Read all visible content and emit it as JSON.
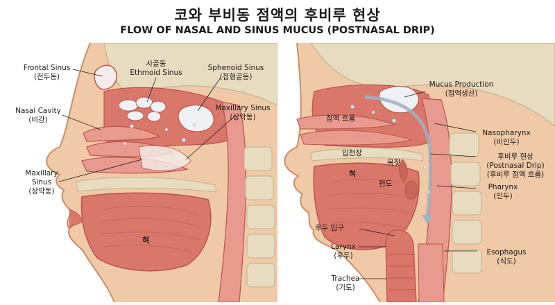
{
  "title": {
    "korean": "코와 부비동 점액의 후비루 현상",
    "english": "FLOW OF NASAL AND SINUS MUCUS (POSTNASAL DRIP)"
  },
  "left_panel": {
    "labels": {
      "frontal_sinus": "Frontal Sinus",
      "frontal_sinus_ko": "(전두동)",
      "ethmoid_ko": "사골동",
      "ethmoid": "Ethmoid Sinus",
      "sphenoid_sinus": "Sphenoid Sinus",
      "sphenoid_sinus_ko": "(접형골동)",
      "nasal_cavity": "Nasal Cavity",
      "nasal_cavity_ko": "(비강)",
      "maxillary_right": "Maxillary Sinus",
      "maxillary_right_ko": "(상악동)",
      "maxillary_left_1": "Maxillary",
      "maxillary_left_2": "Sinus",
      "maxillary_left_ko": "(상악동)",
      "tongue": "혀"
    }
  },
  "right_panel": {
    "labels": {
      "mucus_production": "Mucus Production",
      "mucus_production_ko": "(점액생산)",
      "mucus_flow": "점액 흐름",
      "nasopharynx": "Nasopharynx",
      "nasopharynx_ko": "(비인두)",
      "palate": "입천장",
      "throat": "목젖",
      "tongue": "혀",
      "tonsil": "편도",
      "postnasal_ko": "후비루 현상",
      "postnasal_en": "(Postnasal Drip)",
      "postnasal_ko_2": "(후비루 점액 흐름)",
      "pharynx": "Pharynx",
      "pharynx_ko": "(인두)",
      "larynx_entrance": "후두 입구",
      "larynx": "Larynx",
      "larynx_ko": "(후두)",
      "esophagus": "Esophagus",
      "esophagus_ko": "(식도)",
      "trachea": "Trachea",
      "trachea_ko": "(기도)"
    }
  },
  "colors": {
    "skin": "#f0c9a6",
    "skin_dark": "#d9a27c",
    "tissue": "#d9776b",
    "tissue_dark": "#b9544a",
    "mucosa": "#e89a8e",
    "bone": "#e8dcc0",
    "bone_dark": "#c8b892",
    "mucus": "#dce9ef",
    "arrow": "#9eb3c2"
  }
}
